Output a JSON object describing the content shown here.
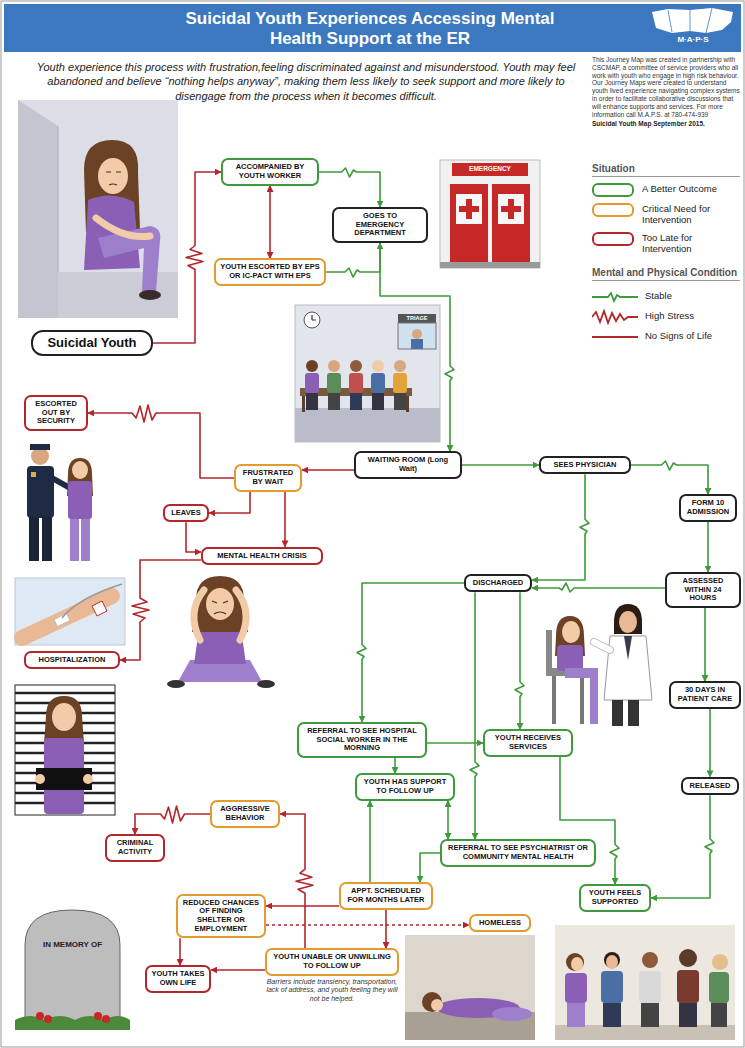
{
  "diagram": {
    "title": "Suicidal Youth Experiences Accessing Mental Health Support at the ER",
    "nodes": [
      {
        "text": [
          "Suicidal Youth"
        ]
      },
      {
        "text": [
          "ACCOMPANIED BY YOUTH WORKER"
        ]
      },
      {
        "text": [
          "YOUTH ESCORTED BY EPS OR IC-PACT WITH EPS"
        ]
      },
      {
        "text": [
          "GOES TO EMERGENCY DEPARTMENT"
        ]
      },
      {
        "text": [
          "WAITING ROOM (Long Wait)"
        ]
      },
      {
        "text": [
          "SEES PHYSICIAN"
        ]
      },
      {
        "text": [
          "FORM 10 ADMISSION"
        ]
      },
      {
        "text": [
          "ESCORTED OUT BY SECURITY"
        ]
      },
      {
        "text": [
          "FRUSTRATED BY WAIT"
        ]
      },
      {
        "text": [
          "LEAVES"
        ]
      },
      {
        "text": [
          "MENTAL HEALTH CRISIS"
        ]
      },
      {
        "text": [
          "HOSPITALIZATION"
        ]
      },
      {
        "text": [
          "DISCHARGED"
        ]
      },
      {
        "text": [
          "ASSESSED WITHIN 24 HOURS"
        ]
      },
      {
        "text": [
          "30 DAYS IN PATIENT CARE"
        ]
      },
      {
        "text": [
          "REFERRAL TO SEE HOSPITAL SOCIAL WORKER IN THE MORNING"
        ]
      },
      {
        "text": [
          "YOUTH RECEIVES SERVICES"
        ]
      },
      {
        "text": [
          "RELEASED"
        ]
      },
      {
        "text": [
          "AGGRESSIVE BEHAVIOR"
        ]
      },
      {
        "text": [
          "YOUTH HAS SUPPORT TO FOLLOW UP"
        ]
      },
      {
        "text": [
          "CRIMINAL ACTIVITY"
        ]
      },
      {
        "text": [
          "REFERRAL TO SEE PSYCHIATRIST OR COMMUNITY MENTAL HEALTH"
        ]
      },
      {
        "text": [
          "APPT. SCHEDULED FOR MONTHS LATER"
        ]
      },
      {
        "text": [
          "YOUTH FEELS SUPPORTED"
        ]
      },
      {
        "text": [
          "REDUCED CHANCES OF FINDING SHELTER OR EMPLOYMENT"
        ]
      },
      {
        "text": [
          "HOMELESS"
        ]
      },
      {
        "text": [
          "YOUTH TAKES OWN LIFE"
        ]
      },
      {
        "text": [
          "YOUTH UNABLE OR UNWILLING TO FOLLOW UP"
        ]
      }
    ],
    "edges": [
      {
        "from": 0,
        "to": 1,
        "arrow": "to"
      },
      {
        "from": 1,
        "to": 2,
        "arrow": "both"
      },
      {
        "from": 1,
        "to": 3,
        "arrow": "to"
      },
      {
        "from": 2,
        "to": 3,
        "arrow": "to"
      },
      {
        "from": 3,
        "to": 4,
        "arrow": "to"
      },
      {
        "from": 4,
        "to": 5,
        "arrow": "to"
      },
      {
        "from": 4,
        "to": 8,
        "arrow": "to"
      },
      {
        "from": 8,
        "to": 7,
        "arrow": "to"
      },
      {
        "from": 8,
        "to": 9,
        "arrow": "to"
      },
      {
        "from": 9,
        "to": 10,
        "arrow": "to"
      },
      {
        "from": 8,
        "to": 10,
        "arrow": "to"
      },
      {
        "from": 10,
        "to": 11,
        "arrow": "to"
      },
      {
        "from": 5,
        "to": 12,
        "arrow": "to"
      },
      {
        "from": 5,
        "to": 6,
        "arrow": "to"
      },
      {
        "from": 6,
        "to": 13,
        "arrow": "to"
      },
      {
        "from": 13,
        "to": 14,
        "arrow": "to"
      },
      {
        "from": 14,
        "to": 17,
        "arrow": "to"
      },
      {
        "from": 13,
        "to": 12,
        "arrow": "to"
      },
      {
        "from": 12,
        "to": 15,
        "arrow": "to"
      },
      {
        "from": 12,
        "to": 16,
        "arrow": "to"
      },
      {
        "from": 12,
        "to": 21,
        "arrow": "to"
      },
      {
        "from": 15,
        "to": 16,
        "arrow": "to"
      },
      {
        "from": 15,
        "to": 19,
        "arrow": "to"
      },
      {
        "from": 19,
        "to": 21,
        "arrow": "both"
      },
      {
        "from": 16,
        "to": 23,
        "arrow": "to"
      },
      {
        "from": 17,
        "to": 23,
        "arrow": "to"
      },
      {
        "from": 21,
        "to": 22,
        "arrow": "to"
      },
      {
        "from": 22,
        "to": 19,
        "arrow": "to"
      },
      {
        "from": 22,
        "to": 24,
        "arrow": "to"
      },
      {
        "from": 24,
        "to": 25,
        "arrow": "to"
      },
      {
        "from": 24,
        "to": 26,
        "arrow": "to"
      },
      {
        "from": 27,
        "to": 26,
        "arrow": "to"
      },
      {
        "from": 22,
        "to": 27,
        "arrow": "to"
      },
      {
        "from": 27,
        "to": 18,
        "arrow": "to"
      },
      {
        "from": 18,
        "to": 20,
        "arrow": "to"
      }
    ],
    "labels": [
      "Youth experience this process with frustration,feeling discriminated against and misunderstood. Youth may feel abandoned and believe “nothing helps anyway”, making them less likely to seek support and more likely to disengage from the process when it becomes difficult.",
      "This Journey Map was created in partnership with CSCMAP, a committee of service providers who all work with youth who engage in high risk behaviour. Our Journey Maps were created to understand youth lived experience navigating complex systems in order to facilitate collaborative discussions that will enhance supports and services. For more information call M.A.P.S. at 780-474-939",
      "Suicidal Youth Map September 2015.",
      "M·A·P·S",
      "Situation",
      "Mental and Physical Condition",
      "Barriers include transiency, transportation, lack of address, and youth feeling they will not be helped.",
      "EMERGENCY",
      "TRIAGE",
      "IN MEMORY OF"
    ],
    "legend": [
      {
        "text": "A Better Outcome",
        "color": "#3f9a3c"
      },
      {
        "text": "Critical Need for Intervention",
        "color": "#e39b2f"
      },
      {
        "text": "Too Late for Intervention",
        "color": "#b3262c"
      },
      {
        "text": "Stable"
      },
      {
        "text": "High Stress"
      },
      {
        "text": "No Signs of Life"
      }
    ]
  }
}
